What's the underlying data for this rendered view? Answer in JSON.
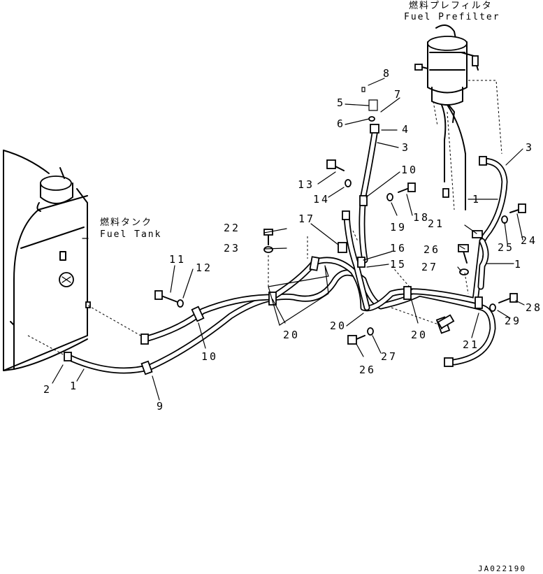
{
  "captions": {
    "tank_jp": "燃料タンク",
    "tank_en": "Fuel Tank",
    "prefilter_jp": "燃料プレフィルタ",
    "prefilter_en": "Fuel Prefilter"
  },
  "part_numbers": {
    "p1a": "1",
    "p1b": "1",
    "p1c": "1",
    "p2": "2",
    "p3a": "3",
    "p3b": "3",
    "p4": "4",
    "p5": "5",
    "p6": "6",
    "p7": "7",
    "p8": "8",
    "p9": "9",
    "p10a": "10",
    "p10b": "10",
    "p11": "11",
    "p12": "12",
    "p13": "13",
    "p14": "14",
    "p15": "15",
    "p16": "16",
    "p17": "17",
    "p18": "18",
    "p19": "19",
    "p20a": "20",
    "p20b": "20",
    "p20c": "20",
    "p21a": "21",
    "p21b": "21",
    "p22": "22",
    "p23": "23",
    "p24": "24",
    "p25": "25",
    "p26a": "26",
    "p26b": "26",
    "p27a": "27",
    "p27b": "27",
    "p28": "28",
    "p29": "29"
  },
  "drawing_code": "JA022190"
}
